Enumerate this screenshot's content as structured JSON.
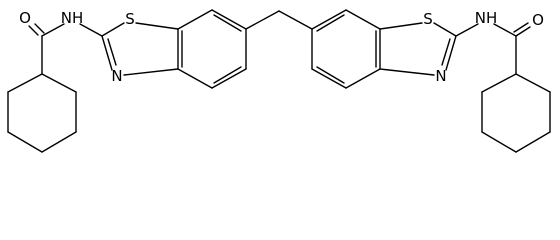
{
  "molecule": {
    "atoms": {
      "o_left": "O",
      "nh_left": "NH",
      "s_left": "S",
      "n_left": "N",
      "s_right": "S",
      "nh_right": "NH",
      "n_right": "N",
      "o_right": "O"
    },
    "colors": {
      "bond": "#000000",
      "label": "#000000",
      "background": "#ffffff"
    }
  }
}
